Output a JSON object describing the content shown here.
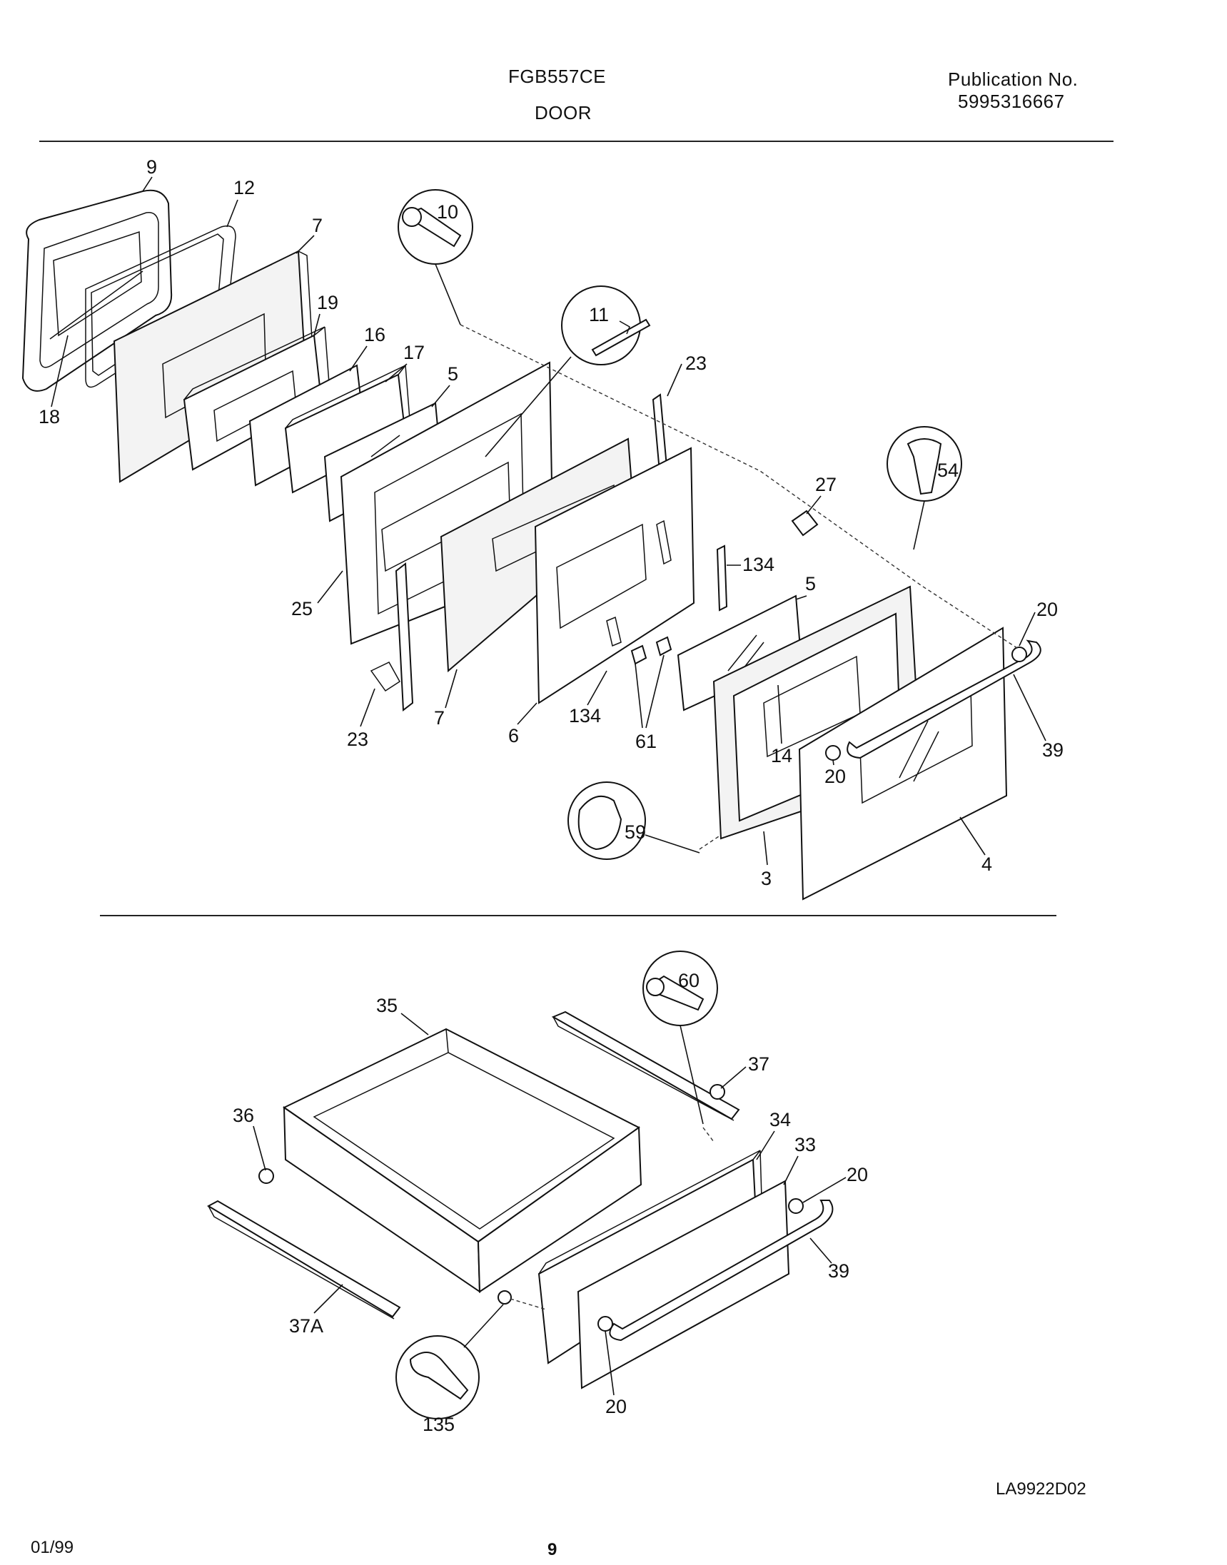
{
  "header": {
    "model": "FGB557CE",
    "section": "DOOR",
    "publication_label": "Publication No.",
    "publication_number": "5995316667"
  },
  "callouts": {
    "c9": "9",
    "c12": "12",
    "c7a": "7",
    "c19": "19",
    "c16": "16",
    "c17": "17",
    "c5a": "5",
    "c18": "18",
    "c10": "10",
    "c11": "11",
    "c23a": "23",
    "c27": "27",
    "c54": "54",
    "c134a": "134",
    "c5b": "5",
    "c20a": "20",
    "c25": "25",
    "c23b": "23",
    "c7b": "7",
    "c6": "6",
    "c134b": "134",
    "c61": "61",
    "c14": "14",
    "c20b": "20",
    "c39a": "39",
    "c59": "59",
    "c3": "3",
    "c4": "4",
    "c35": "35",
    "c60": "60",
    "c37": "37",
    "c36": "36",
    "c34": "34",
    "c33": "33",
    "c20c": "20",
    "c39b": "39",
    "c37a": "37A",
    "c20d": "20",
    "c135": "135"
  },
  "footer": {
    "diagram_code": "LA9922D02",
    "date": "01/99",
    "page_number": "9"
  }
}
